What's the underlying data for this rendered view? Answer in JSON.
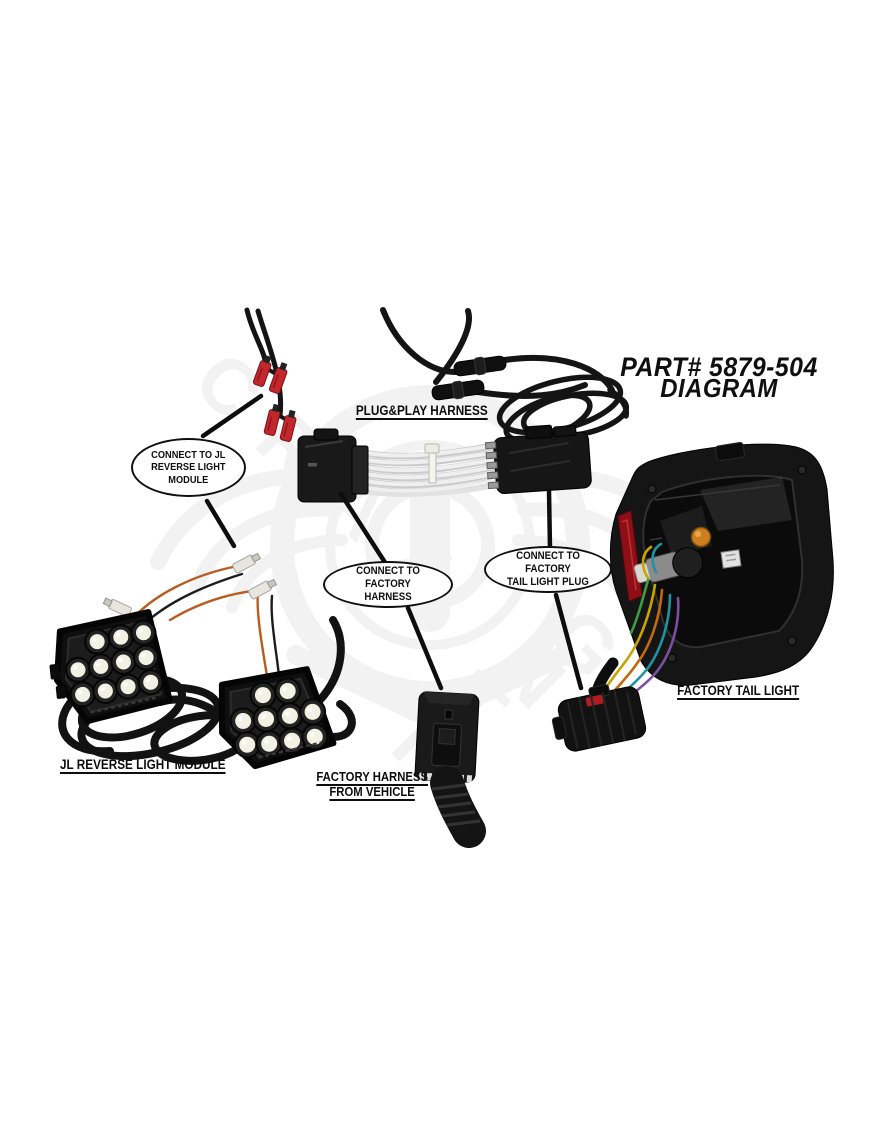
{
  "title": {
    "line1": "PART# 5879-504",
    "line2": "DIAGRAM"
  },
  "callouts": {
    "module": {
      "line1": "CONNECT TO JL",
      "line2": "REVERSE LIGHT",
      "line3": "MODULE"
    },
    "factory_harness": {
      "line1": "CONNECT TO FACTORY",
      "line2": "HARNESS"
    },
    "tail_light_plug": {
      "line1": "CONNECT TO FACTORY",
      "line2": "TAIL LIGHT PLUG"
    }
  },
  "labels": {
    "plug_play_harness": "PLUG&PLAY HARNESS",
    "jl_reverse_light_module": "JL REVERSE LIGHT MODULE",
    "factory_harness_line1": "FACTORY HARNESS",
    "factory_harness_line2": "FROM VEHICLE",
    "factory_tail_light": "FACTORY TAIL LIGHT"
  },
  "watermark_letters": [
    "C",
    "R",
    "A",
    "Z",
    "H",
    "T",
    "N",
    "G"
  ],
  "colors": {
    "background": "#ffffff",
    "text": "#0f0f0f",
    "red_terminal": "#c1272d",
    "amber_bulb": "#cf7f1e",
    "white_wire": "#e9e9e9",
    "red_reflector": "#8e1016",
    "watermark": "#8a8a8a",
    "tail_light_wires": [
      "#c8a400",
      "#c06a10",
      "#1f93a0",
      "#7a4fa0",
      "#3f9b44"
    ]
  },
  "figures": [
    {
      "name": "plug-play-harness-photo"
    },
    {
      "name": "jl-reverse-light-modules-photo"
    },
    {
      "name": "factory-tail-light-photo"
    },
    {
      "name": "factory-harness-plug-photo"
    },
    {
      "name": "brand-watermark"
    }
  ]
}
